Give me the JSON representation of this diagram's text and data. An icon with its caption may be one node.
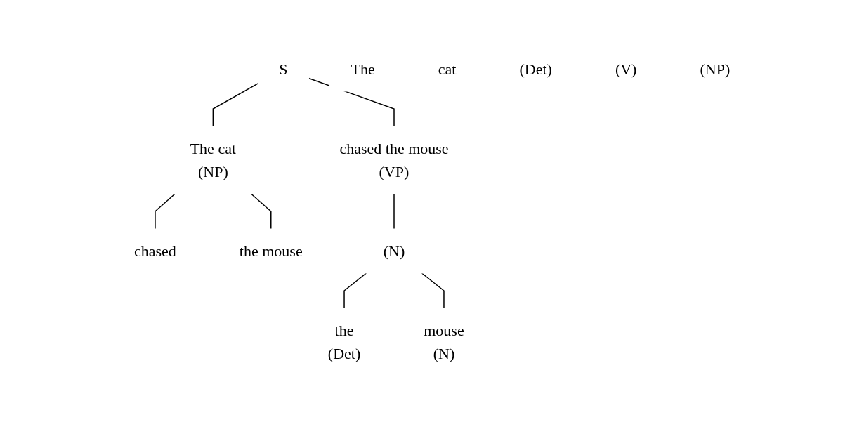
{
  "diagram": {
    "nodes": [
      {
        "text": [
          "S"
        ]
      },
      {
        "text": [
          "The cat",
          "(NP)"
        ]
      },
      {
        "text": [
          "chased the mouse",
          "(VP)"
        ]
      },
      {
        "text": [
          "The"
        ]
      },
      {
        "text": [
          "cat"
        ]
      },
      {
        "text": [
          "chased"
        ]
      },
      {
        "text": [
          "the mouse"
        ]
      },
      {
        "text": [
          "(Det)"
        ]
      },
      {
        "text": [
          "(N)"
        ]
      },
      {
        "text": [
          "(V)"
        ]
      },
      {
        "text": [
          "(NP)"
        ]
      },
      {
        "text": [
          "the",
          "(Det)"
        ]
      },
      {
        "text": [
          "mouse",
          "(N)"
        ]
      }
    ],
    "edges": [
      {
        "from": 0,
        "to": 1,
        "arrow": "none"
      },
      {
        "from": 0,
        "to": 2,
        "arrow": "none"
      },
      {
        "from": 1,
        "to": 5,
        "arrow": "none"
      },
      {
        "from": 1,
        "to": 6,
        "arrow": "none"
      },
      {
        "from": 2,
        "to": 8,
        "arrow": "none"
      },
      {
        "from": 8,
        "to": 11,
        "arrow": "none"
      },
      {
        "from": 8,
        "to": 12,
        "arrow": "none"
      }
    ]
  }
}
